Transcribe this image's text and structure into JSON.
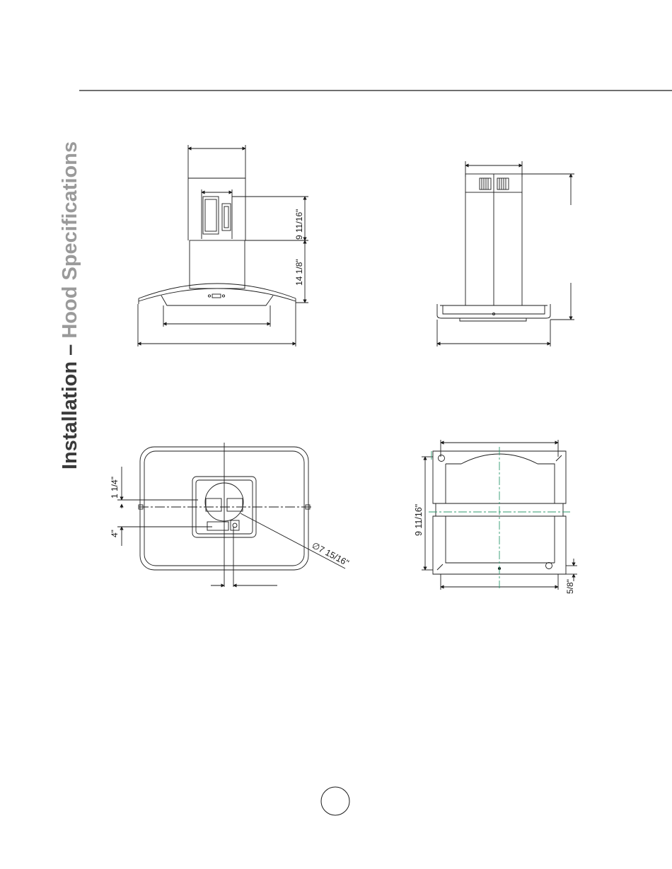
{
  "header": {
    "title_part1": "Installation – ",
    "title_part2": "Hood Specifications",
    "title_color_1": "#3a3a3a",
    "title_color_2": "#9a9a9a"
  },
  "front_view": {
    "dim_upper": "9 11/16\"",
    "dim_lower": "14 1/8\""
  },
  "bottom_view": {
    "dim_1": "1 1/4\"",
    "dim_2": "4\"",
    "dim_diameter": "∅7 15/16\""
  },
  "bracket_view": {
    "dim_height": "9 11/16\"",
    "dim_small": "5/8\""
  },
  "colors": {
    "line": "#1a1a1a",
    "centerline": "#2e9a6e"
  },
  "footer": {
    "page_number": ""
  }
}
